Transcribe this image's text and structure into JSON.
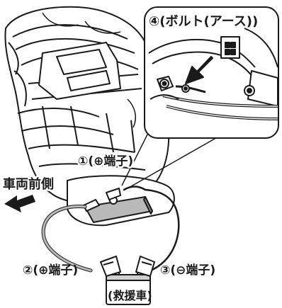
{
  "labels": {
    "bolt_earth": "④(ボルト(アース))",
    "plus_terminal_1": "①(⊕端子)",
    "vehicle_front": "車両前側",
    "plus_terminal_2": "②(⊕端子)",
    "minus_terminal_3": "③(⊖端子)",
    "rescue_vehicle": "(救援車)"
  },
  "colors": {
    "line": "#1a1a1a",
    "battery_fill": "#b9b9b9",
    "cable_gray": "#9a9a9a",
    "background": "#ffffff"
  },
  "icons": [
    "arrow-left-icon",
    "arrow-down-left-icon",
    "clamp-icon",
    "battery-icon",
    "bolt-icon"
  ]
}
